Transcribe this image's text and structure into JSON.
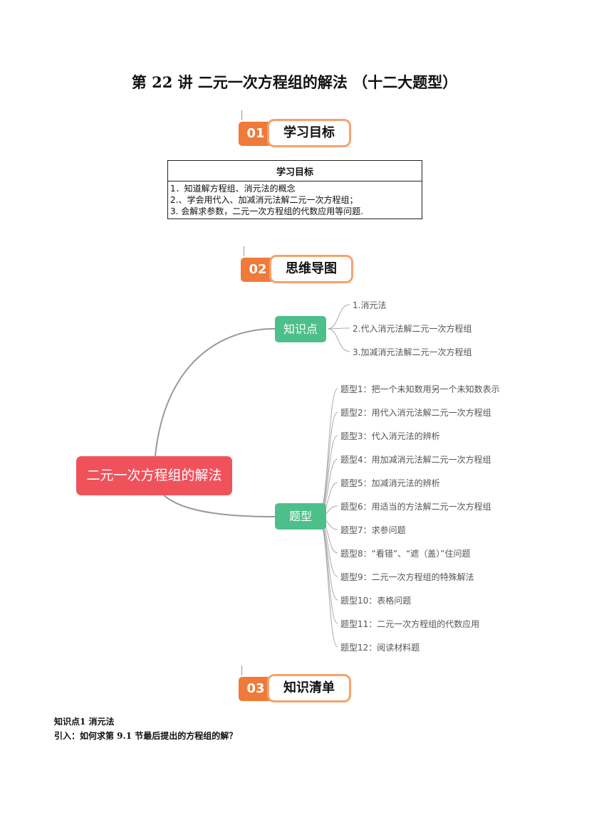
{
  "title": "第 22 讲  二元一次方程组的解法  （十二大题型）",
  "sections": [
    {
      "num": "01",
      "label": "学习目标"
    },
    {
      "num": "02",
      "label": "思维导图"
    },
    {
      "num": "03",
      "label": "知识清单"
    }
  ],
  "goals": {
    "header": "学习目标",
    "lines": [
      "1．知道解方程组、消元法的概念",
      "2.、学会用代入、加减消元法解二元一次方程组；",
      "3. 会解求参数，二元一次方程组的代数应用等问题."
    ]
  },
  "mindmap": {
    "central": "二元一次方程组的解法",
    "branches": [
      {
        "label": "知识点",
        "items": [
          "1.消元法",
          "2.代入消元法解二元一次方程组",
          "3.加减消元法解二元一次方程组"
        ]
      },
      {
        "label": "题型",
        "items": [
          "题型1：把一个未知数用另一个未知数表示",
          "题型2：用代入消元法解二元一次方程组",
          "题型3：代入消元法的辨析",
          "题型4：用加减消元法解二元一次方程组",
          "题型5：加减消元法的辨析",
          "题型6：用适当的方法解二元一次方程组",
          "题型7：求参问题",
          "题型8：“看错”、“遮（盖）”住问题",
          "题型9：二元一次方程组的特殊解法",
          "题型10：表格问题",
          "题型11：二元一次方程组的代数应用",
          "题型12：阅读材料题"
        ]
      }
    ]
  },
  "body": {
    "heading": "知识点1  消元法",
    "intro": "引入：如何求第 9.1 节最后提出的方程组的解？"
  }
}
